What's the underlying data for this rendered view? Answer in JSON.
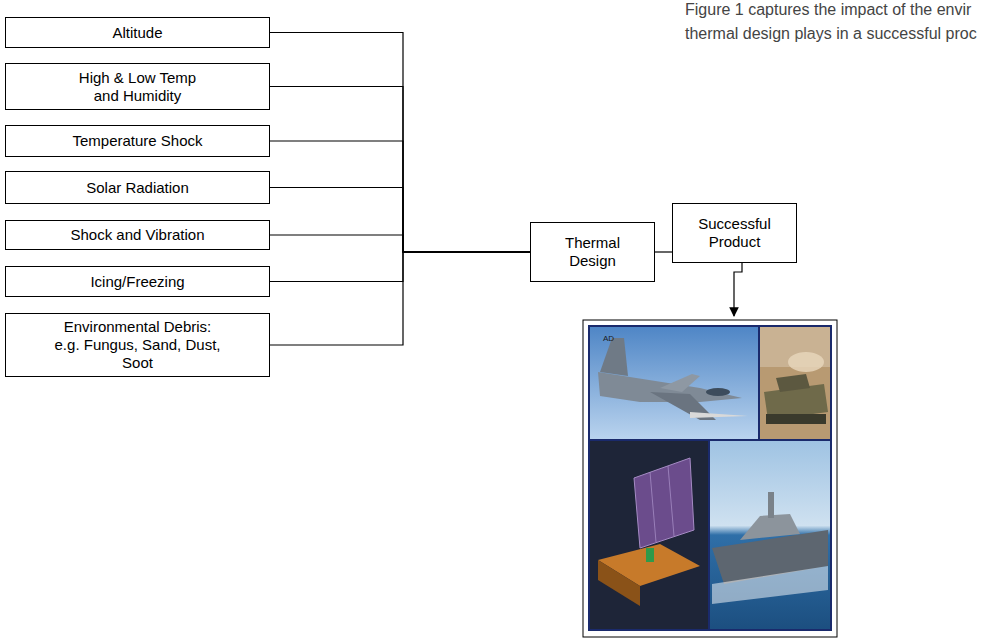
{
  "diagram": {
    "nodes": [
      {
        "text": [
          "Altitude"
        ]
      },
      {
        "text": [
          "High & Low Temp and Humidity"
        ]
      },
      {
        "text": [
          "Temperature Shock"
        ]
      },
      {
        "text": [
          "Solar Radiation"
        ]
      },
      {
        "text": [
          "Shock and Vibration"
        ]
      },
      {
        "text": [
          "Icing/Freezing"
        ]
      },
      {
        "text": [
          "Environmental Debris: e.g. Fungus, Sand, Dust, Soot"
        ]
      },
      {
        "text": [
          "Thermal Design"
        ]
      },
      {
        "text": [
          "Successful Product"
        ]
      }
    ],
    "edges": [
      {
        "from": 0,
        "to": 7,
        "arrow": "none"
      },
      {
        "from": 1,
        "to": 7,
        "arrow": "none"
      },
      {
        "from": 2,
        "to": 7,
        "arrow": "none"
      },
      {
        "from": 3,
        "to": 7,
        "arrow": "none"
      },
      {
        "from": 4,
        "to": 7,
        "arrow": "none"
      },
      {
        "from": 5,
        "to": 7,
        "arrow": "none"
      },
      {
        "from": 6,
        "to": 7,
        "arrow": "none"
      },
      {
        "from": 7,
        "to": 8,
        "arrow": "none"
      }
    ],
    "labels": [
      "Figure 1 captures the impact of the envir",
      "thermal design plays in a successful proc",
      "AD"
    ]
  }
}
